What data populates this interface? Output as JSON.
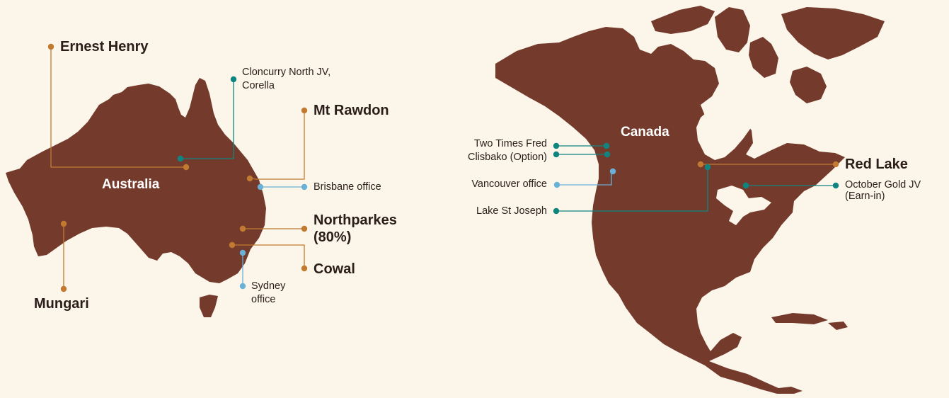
{
  "colors": {
    "background": "#fcf5ea",
    "land": "#743b2c",
    "operation": "#c17a2f",
    "project": "#0f8580",
    "office": "#6bb0d6",
    "label_text": "#2b1e19",
    "region_text": "#ffffff"
  },
  "regions": {
    "australia": "Australia",
    "canada": "Canada"
  },
  "australia_sites": {
    "ernest_henry": "Ernest Henry",
    "cloncurry_line1": "Cloncurry North JV,",
    "cloncurry_line2": "Corella",
    "mt_rawdon": "Mt Rawdon",
    "brisbane_office": "Brisbane office",
    "northparkes_line1": "Northparkes",
    "northparkes_line2": "(80%)",
    "cowal": "Cowal",
    "sydney_line1": "Sydney",
    "sydney_line2": "office",
    "mungari": "Mungari"
  },
  "canada_sites": {
    "two_times_fred": "Two Times Fred",
    "clisbako": "Clisbako (Option)",
    "vancouver_office": "Vancouver office",
    "lake_st_joseph": "Lake St Joseph",
    "red_lake": "Red Lake",
    "october_gold_line1": "October Gold JV",
    "october_gold_line2": "(Earn-in)"
  }
}
